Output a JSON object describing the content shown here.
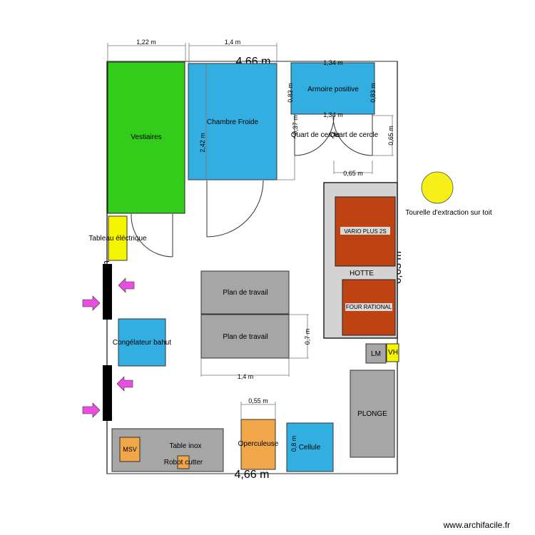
{
  "plan": {
    "overall_width_top": "4,66 m",
    "overall_width_bottom": "4,66 m",
    "overall_height_right": "6,63 m",
    "left_wall_dim": "0,63 m",
    "watermark": "www.archifacile.fr"
  },
  "dimensions": {
    "vestiaires_width": "1,22 m",
    "chambre_width": "1,4 m",
    "chambre_height": "2,42 m",
    "armoire_width": "1,34 m",
    "armoire_height_left": "0,83 m",
    "armoire_height_right": "0,83 m",
    "door_height": "0,37 m",
    "door_width": "1,34 m",
    "door_depth": "0,65 m",
    "door_bottom": "0,65 m",
    "plan_travail_width": "1,4 m",
    "plan_travail_height": "0,7 m",
    "operculeuse_width": "0,55 m",
    "cellule_height": "0,8 m"
  },
  "rooms": {
    "vestiaires": "Vestiaires",
    "chambre_froide": "Chambre Froide",
    "armoire_positive": "Armoire positive",
    "quart_cercle_1": "Quart de cercle",
    "quart_cercle_2": "Quart de cercle",
    "tableau": "Tableau éléctrique",
    "tourelle": "Tourelle d'extraction sur toit",
    "vario": "VARIO PLUS 2S",
    "hotte": "HOTTE",
    "four": "FOUR RATIONAL",
    "plan_travail_1": "Plan de travail",
    "plan_travail_2": "Plan de travail",
    "congelateur": "Congélateur bahut",
    "lm": "LM",
    "vh": "VH",
    "plonge": "PLONGE",
    "table_inox": "Table inox",
    "msv": "MSV",
    "robot_cutter": "Robot cutter",
    "operculeuse": "Operculeuse",
    "cellule": "Cellule"
  },
  "colors": {
    "vestiaires": "#33cc1a",
    "blue": "#33aee0",
    "yellow": "#f5f500",
    "hotte_bg": "#d3d3d3",
    "appliance": "#bf4212",
    "gray": "#a6a6a6",
    "orange": "#f2a64a",
    "arrow": "#e84fe0",
    "tourelle": "#f7ef18"
  }
}
